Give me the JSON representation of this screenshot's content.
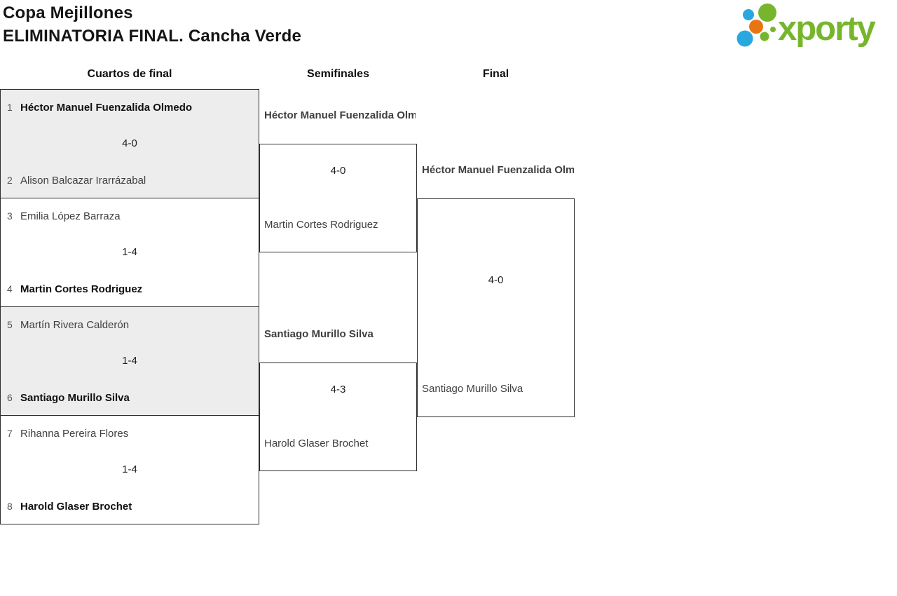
{
  "page": {
    "title_line1": "Copa Mejillones",
    "title_line2": "ELIMINATORIA FINAL. Cancha Verde"
  },
  "logo": {
    "wordmark": "xporty",
    "colors": {
      "green": "#77b62c",
      "blue": "#29a8e0",
      "orange": "#e87511"
    }
  },
  "rounds": {
    "quarterfinals": "Cuartos de final",
    "semifinals": "Semifinales",
    "final": "Final"
  },
  "bracket": {
    "quarterfinals": [
      {
        "seed_top": "1",
        "player_top": "Héctor Manuel Fuenzalida Olmedo",
        "score": "4-0",
        "seed_bottom": "2",
        "player_bottom": "Alison Balcazar Irarrázabal",
        "winner": "top"
      },
      {
        "seed_top": "3",
        "player_top": "Emilia López Barraza",
        "score": "1-4",
        "seed_bottom": "4",
        "player_bottom": "Martin Cortes Rodriguez",
        "winner": "bottom"
      },
      {
        "seed_top": "5",
        "player_top": "Martín Rivera Calderón",
        "score": "1-4",
        "seed_bottom": "6",
        "player_bottom": "Santiago Murillo Silva",
        "winner": "bottom"
      },
      {
        "seed_top": "7",
        "player_top": "Rihanna Pereira Flores",
        "score": "1-4",
        "seed_bottom": "8",
        "player_bottom": "Harold Glaser Brochet",
        "winner": "bottom"
      }
    ],
    "semifinals": [
      {
        "player_top": "Héctor Manuel Fuenzalida Olm",
        "score": "4-0",
        "player_bottom": "Martin Cortes Rodriguez",
        "winner": "top"
      },
      {
        "player_top": "Santiago Murillo Silva",
        "score": "4-3",
        "player_bottom": "Harold Glaser Brochet",
        "winner": "top"
      }
    ],
    "final": {
      "player_top": "Héctor Manuel Fuenzalida Olm",
      "score": "4-0",
      "player_bottom": "Santiago Murillo Silva",
      "winner": "top"
    }
  }
}
